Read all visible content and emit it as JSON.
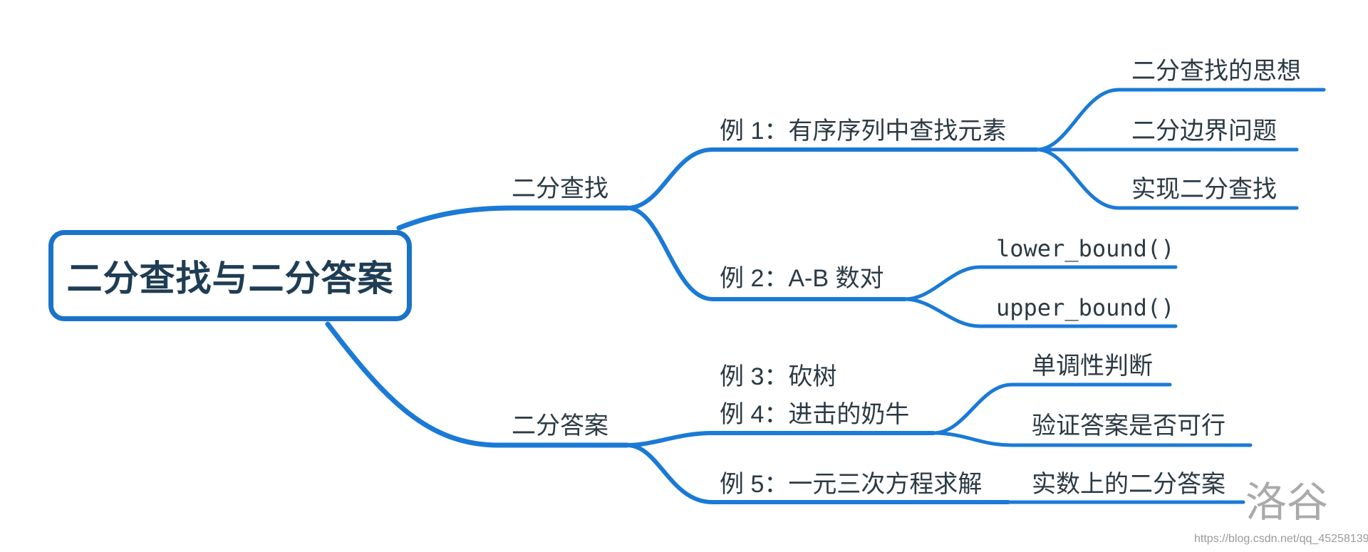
{
  "colors": {
    "line": "#1a7ad6",
    "text": "#2b3a44",
    "root_border": "#1a73c8"
  },
  "root": {
    "label": "二分查找与二分答案"
  },
  "branches": [
    {
      "label": "二分查找",
      "children": [
        {
          "label": "例 1：有序序列中查找元素",
          "children": [
            {
              "label": "二分查找的思想"
            },
            {
              "label": "二分边界问题"
            },
            {
              "label": "实现二分查找"
            }
          ]
        },
        {
          "label": "例 2：A-B 数对",
          "children": [
            {
              "label": "lower_bound()"
            },
            {
              "label": "upper_bound()"
            }
          ]
        }
      ]
    },
    {
      "label": "二分答案",
      "children": [
        {
          "label": "例 3：砍树"
        },
        {
          "label": "例 4：进击的奶牛",
          "children": [
            {
              "label": "单调性判断"
            },
            {
              "label": "验证答案是否可行"
            }
          ]
        },
        {
          "label": "例 5：一元三次方程求解",
          "children": [
            {
              "label": "实数上的二分答案"
            }
          ]
        }
      ]
    }
  ],
  "watermark": "洛谷",
  "url": "https://blog.csdn.net/qq_45258139"
}
